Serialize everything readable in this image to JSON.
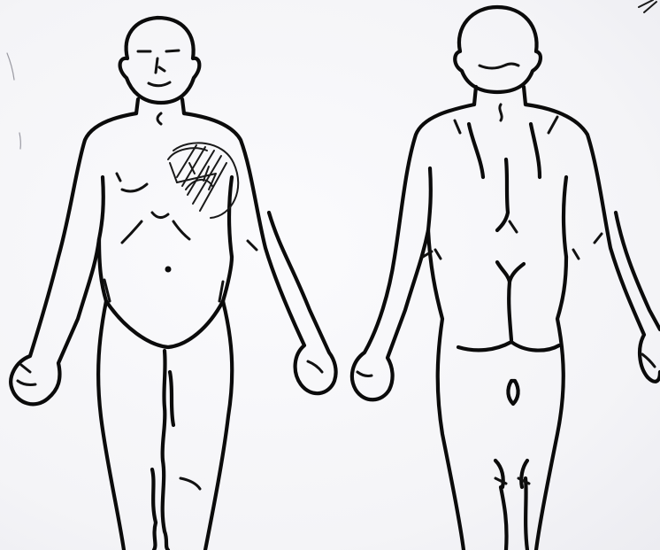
{
  "diagram": {
    "views": [
      {
        "id": "front",
        "name": "anterior-body-outline"
      },
      {
        "id": "back",
        "name": "posterior-body-outline"
      }
    ],
    "markings": [
      {
        "view": "front",
        "region": "left-upper-chest",
        "style": "pen-hatching"
      }
    ],
    "colors": {
      "paper": "#f7f7f9",
      "ink": "#0b0b0b",
      "pen": "#1a1a1a"
    }
  }
}
